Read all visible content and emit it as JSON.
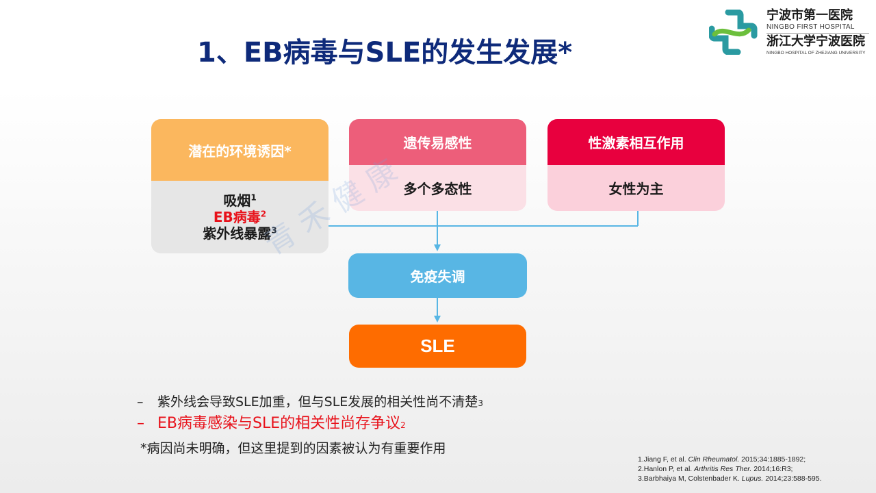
{
  "title": "1、EB病毒与SLE的发生发展*",
  "logo": {
    "cn_name": "宁波市第一医院",
    "en_name": "NINGBO FIRST HOSPITAL",
    "cn_name2": "浙江大学宁波医院",
    "en_name2": "NINGBO HOSPITAL OF ZHEJIANG UNIVERSITY",
    "colors": {
      "teal": "#2a9aa1",
      "green": "#6cbf3c"
    }
  },
  "watermark": "青禾健康",
  "boxes": {
    "environment": {
      "header": "潜在的环境诱因*",
      "items": [
        {
          "text": "吸烟",
          "sup": "1",
          "highlight": false
        },
        {
          "text": "EB病毒",
          "sup": "2",
          "highlight": true
        },
        {
          "text": "紫外线暴露",
          "sup": "3",
          "highlight": false
        }
      ]
    },
    "genetic": {
      "header": "遗传易感性",
      "body": "多个多态性"
    },
    "sex_hormone": {
      "header": "性激素相互作用",
      "body": "女性为主"
    },
    "immune": "免疫失调",
    "sle": "SLE"
  },
  "bullets": [
    {
      "dash": "–",
      "text": "紫外线会导致SLE加重，但与SLE发展的相关性尚不清楚",
      "sup": "3",
      "color": "#222222"
    },
    {
      "dash": "–",
      "text": "EB病毒感染与SLE的相关性尚存争议",
      "sup": "2",
      "color": "#e8111a"
    }
  ],
  "note": "*病因尚未明确，但这里提到的因素被认为有重要作用",
  "references": [
    {
      "pre": "1.Jiang F, et al. ",
      "journal": "Clin Rheumatol.",
      "post": " 2015;34:1885-1892;"
    },
    {
      "pre": "2.Hanlon P, et al. ",
      "journal": "Arthritis Res Ther.",
      "post": " 2014;16:R3;"
    },
    {
      "pre": "3.Barbhaiya M, Colstenbader K. ",
      "journal": "Lupus.",
      "post": " 2014;23:588-595."
    }
  ],
  "colors": {
    "title": "#0e2a7a",
    "env_header": "#fbb75e",
    "gen_header": "#ed5e7a",
    "sex_header": "#e8003e",
    "immune": "#58b6e4",
    "sle": "#fe6c00",
    "highlight": "#e8111a",
    "connector": "#58b6e4"
  }
}
